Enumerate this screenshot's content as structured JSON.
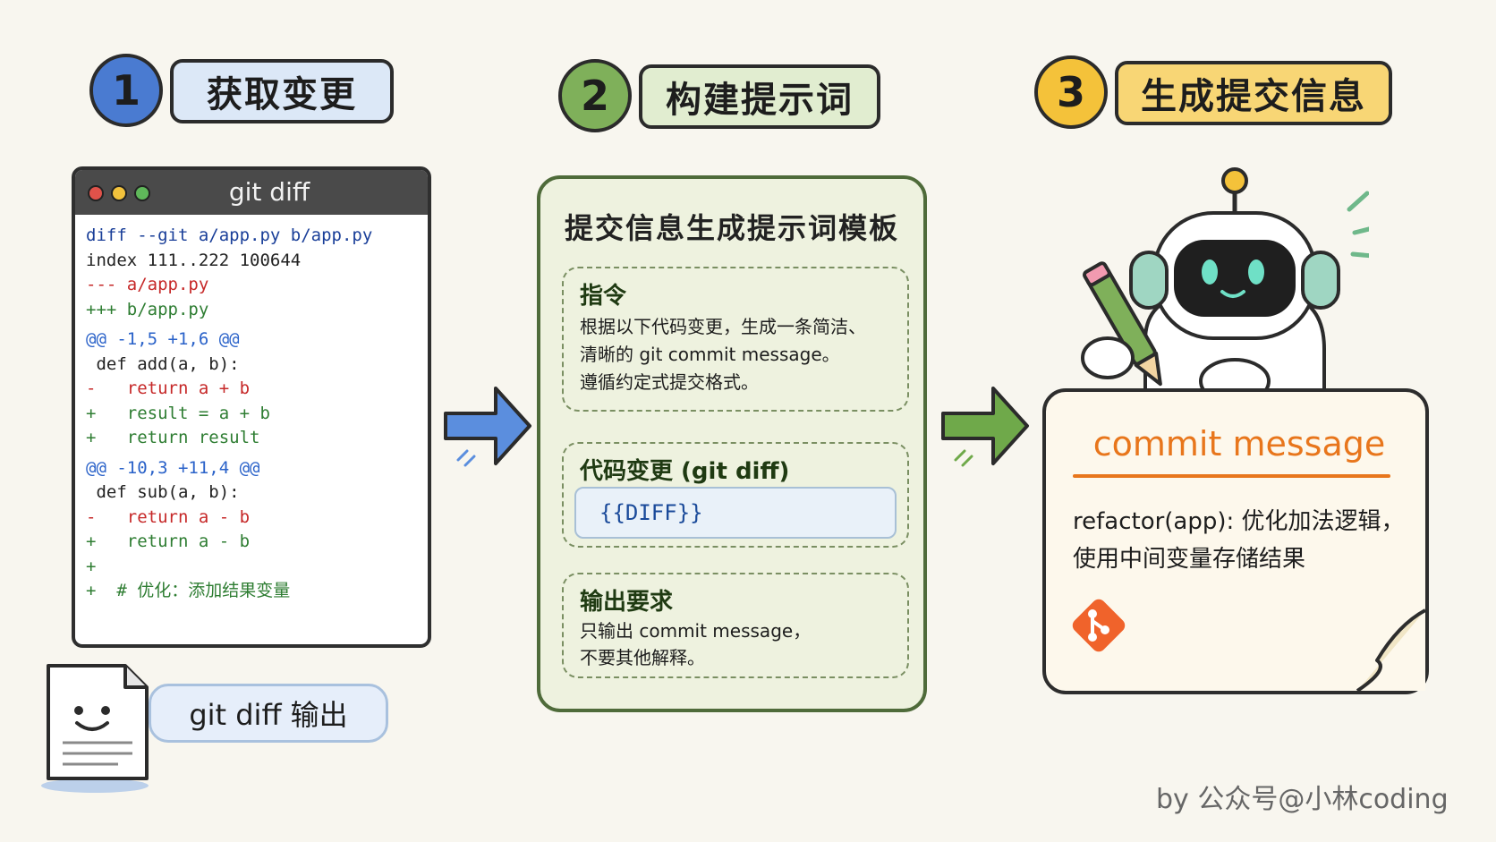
{
  "steps": [
    {
      "number": "1",
      "label": "获取变更",
      "circle_color": "#4a7bd1",
      "pill_color": "#dce8f7"
    },
    {
      "number": "2",
      "label": "构建提示词",
      "circle_color": "#7fb05a",
      "pill_color": "#e1edd0"
    },
    {
      "number": "3",
      "label": "生成提交信息",
      "circle_color": "#f4c23a",
      "pill_color": "#f8d675"
    }
  ],
  "terminal": {
    "title": "git diff",
    "lines": [
      {
        "text": "diff --git a/app.py b/app.py",
        "color": "#1a3f99"
      },
      {
        "text": "index 111..222 100644",
        "color": "#222222"
      },
      {
        "text": "--- a/app.py",
        "color": "#c62828"
      },
      {
        "text": "+++ b/app.py",
        "color": "#2e7d32"
      },
      {
        "text": "@@ -1,5 +1,6 @@",
        "color": "#2a62c9"
      },
      {
        "text": " def add(a, b):",
        "color": "#222222"
      },
      {
        "text": "-   return a + b",
        "color": "#c62828"
      },
      {
        "text": "+   result = a + b",
        "color": "#2e7d32"
      },
      {
        "text": "+   return result",
        "color": "#2e7d32"
      },
      {
        "text": "@@ -10,3 +11,4 @@",
        "color": "#2a62c9"
      },
      {
        "text": " def sub(a, b):",
        "color": "#222222"
      },
      {
        "text": "-   return a - b",
        "color": "#c62828"
      },
      {
        "text": "+   return a - b",
        "color": "#2e7d32"
      },
      {
        "text": "+",
        "color": "#2e7d32"
      },
      {
        "text": "+  # 优化：添加结果变量",
        "color": "#2e7d32"
      }
    ]
  },
  "doc_label": "git diff 输出",
  "template": {
    "title": "提交信息生成提示词模板",
    "instruction_title": "指令",
    "instruction_lines": [
      "根据以下代码变更，生成一条简洁、",
      "清晰的 git commit message。",
      "遵循约定式提交格式。"
    ],
    "diff_title": "代码变更 (git diff)",
    "diff_placeholder": "{{DIFF}}",
    "output_title": "输出要求",
    "output_lines": [
      "只输出 commit message，",
      "不要其他解释。"
    ]
  },
  "commit_card": {
    "title": "commit message",
    "lines": [
      "refactor(app): 优化加法逻辑，",
      "使用中间变量存储结果"
    ]
  },
  "credit": "by 公众号@小林coding",
  "colors": {
    "arrow_blue": "#5b8ede",
    "arrow_green": "#6fa94a",
    "accent_orange": "#e8761c",
    "git_orange": "#f0632b"
  }
}
